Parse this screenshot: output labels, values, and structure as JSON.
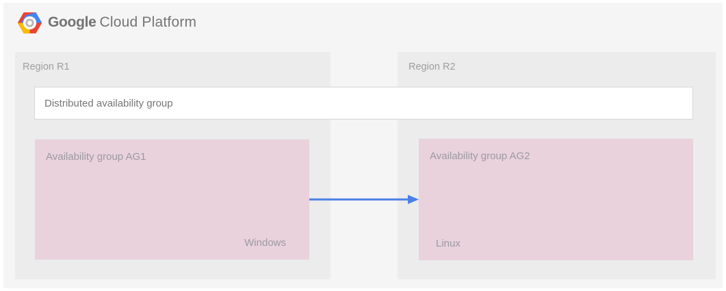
{
  "header": {
    "logo": {
      "brand": "Google",
      "product": "Cloud Platform"
    }
  },
  "regions": [
    {
      "label": "Region R1"
    },
    {
      "label": "Region R2"
    }
  ],
  "distributed_group": {
    "label": "Distributed availability group"
  },
  "availability_groups": [
    {
      "label": "Availability group AG1",
      "os_label": "Windows"
    },
    {
      "label": "Availability group AG2",
      "os_label": "Linux"
    }
  ],
  "arrow": {
    "description": "replication arrow from AG1 to AG2",
    "color": "#4a80e8"
  },
  "colors": {
    "page_background": "#ffffff",
    "canvas_background": "#f5f5f5",
    "region_background": "#ececec",
    "availability_group_background": "#e9d2dc",
    "distributed_box_background": "#ffffff",
    "distributed_box_border": "#d6d6d6",
    "region_label_gray": "#9e9e9e",
    "text_gray": "#757575",
    "logo_red": "#ea4335",
    "logo_blue": "#4285f4",
    "logo_yellow": "#fbbc05"
  }
}
